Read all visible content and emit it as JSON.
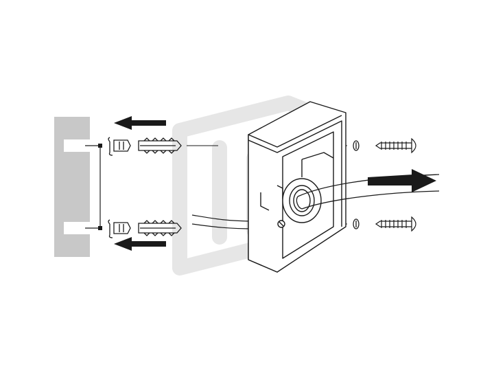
{
  "diagram": {
    "kind": "exploded-assembly",
    "colors": {
      "line": "#1a1a1a",
      "wall": "#c8c8c8",
      "wall_shade": "#bdbdbd",
      "arrow": "#1a1a1a",
      "watermark": "#e6e6e6",
      "background": "#ffffff"
    },
    "parts": {
      "wall": "wall-section",
      "anchors": [
        "upper-anchor",
        "lower-anchor"
      ],
      "plugs": [
        "upper-wall-plug",
        "lower-wall-plug"
      ],
      "washers": [
        "upper-washer",
        "lower-washer"
      ],
      "screws": [
        "upper-screw",
        "lower-screw"
      ],
      "housing": "mounting-box",
      "grommet": "cable-grommet",
      "cables": [
        "rear-cable",
        "through-cable"
      ]
    },
    "arrows": {
      "push_directions": [
        "left",
        "left",
        "right"
      ]
    },
    "watermark": "hd-logo-watermark"
  }
}
